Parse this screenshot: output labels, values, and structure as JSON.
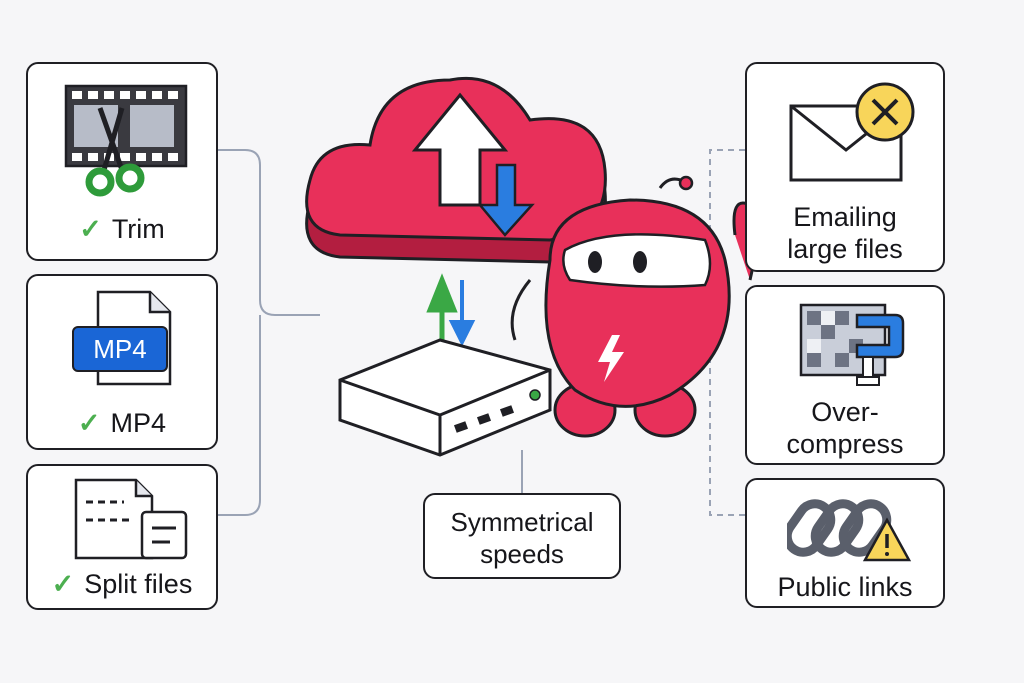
{
  "left": {
    "trim": {
      "label": "Trim"
    },
    "mp4": {
      "badge": "MP4",
      "label": "MP4"
    },
    "split": {
      "label": "Split files"
    }
  },
  "center": {
    "symmetrical": {
      "line1": "Symmetrical",
      "line2": "speeds"
    }
  },
  "right": {
    "emailing": {
      "line1": "Emailing",
      "line2": "large files"
    },
    "overcompress": {
      "line1": "Over-",
      "line2": "compress"
    },
    "public_links": {
      "label": "Public links"
    }
  },
  "colors": {
    "accent": "#e8305a",
    "check": "#4caf50",
    "badge": "#1a66d6",
    "warn": "#f8d55a"
  }
}
